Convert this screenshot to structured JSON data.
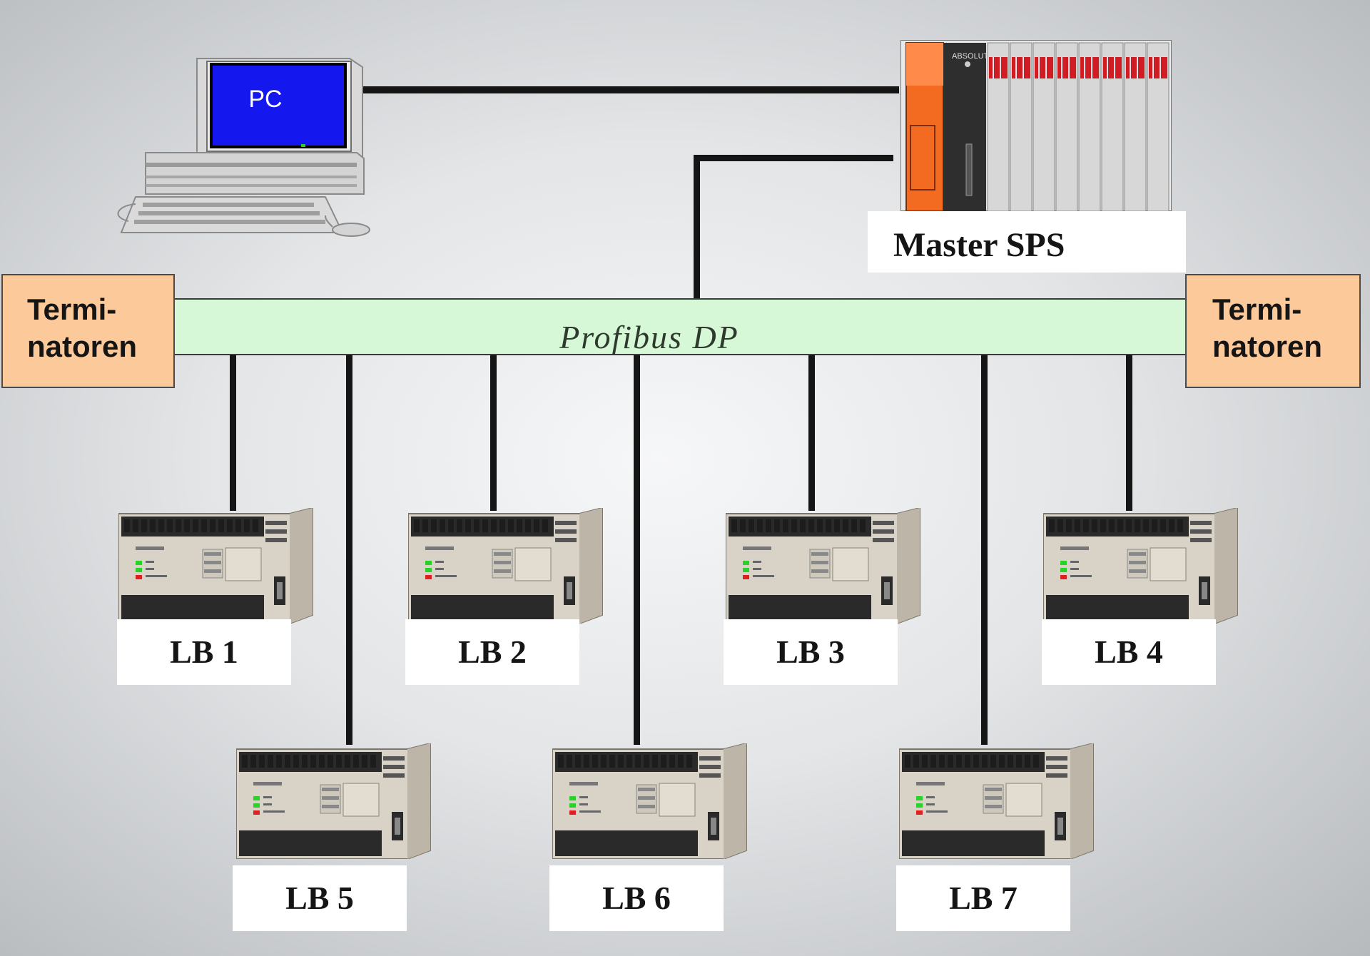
{
  "pc": {
    "screen_label": "PC"
  },
  "master": {
    "label": "Master SPS",
    "brand_text": "ABSOLUT"
  },
  "bus": {
    "label": "Profibus DP"
  },
  "terminators": {
    "left": [
      "Termi-",
      "natoren"
    ],
    "right": [
      "Termi-",
      "natoren"
    ]
  },
  "slaves": [
    "LB 1",
    "LB 2",
    "LB 3",
    "LB 4",
    "LB 5",
    "LB 6",
    "LB 7"
  ],
  "colors": {
    "bus_fill": "#d6f8d6",
    "terminator_fill": "#fbc99a",
    "master_accent": "#f26b21",
    "pc_screen": "#1418ee"
  }
}
